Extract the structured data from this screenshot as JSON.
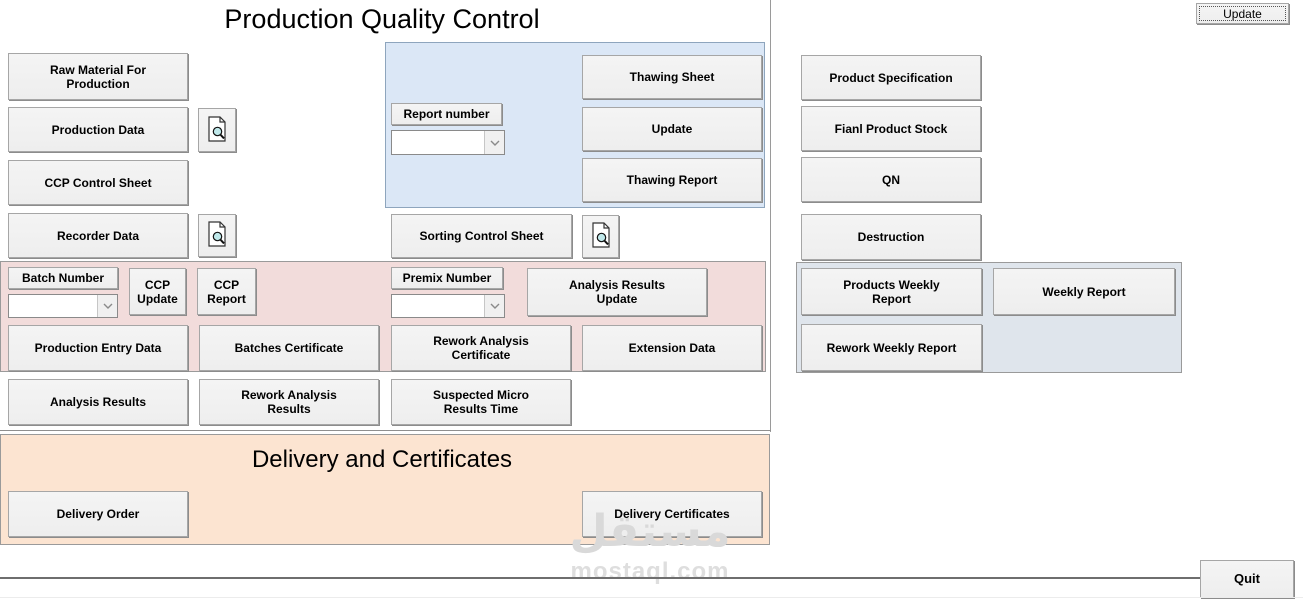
{
  "header": {
    "title": "Production Quality Control",
    "update_button": "Update"
  },
  "left_column": {
    "raw_material": "Raw Material For Production",
    "production_data": "Production Data",
    "ccp_control_sheet": "CCP Control Sheet",
    "recorder_data": "Recorder Data"
  },
  "thawing_panel": {
    "report_number_label": "Report number",
    "report_number_value": "",
    "thawing_sheet": "Thawing Sheet",
    "update": "Update",
    "thawing_report": "Thawing Report"
  },
  "sorting": {
    "sorting_control_sheet": "Sorting Control Sheet"
  },
  "batch_panel": {
    "batch_number_label": "Batch Number",
    "batch_number_value": "",
    "ccp_update": "CCP Update",
    "ccp_report": "CCP Report",
    "premix_number_label": "Premix Number",
    "premix_number_value": "",
    "analysis_results_update": "Analysis Results Update",
    "production_entry_data": "Production Entry Data",
    "batches_certificate": "Batches Certificate",
    "rework_analysis_certificate": "Rework Analysis Certificate",
    "extension_data": "Extension Data"
  },
  "results_row": {
    "analysis_results": "Analysis Results",
    "rework_analysis_results": "Rework Analysis Results",
    "suspected_micro_results_time": "Suspected Micro Results Time"
  },
  "right_column": {
    "product_specification": "Product Specification",
    "fianl_product_stock": "Fianl Product Stock",
    "qn": "QN",
    "destruction": "Destruction"
  },
  "weekly_panel": {
    "products_weekly_report": "Products Weekly Report",
    "weekly_report": "Weekly Report",
    "rework_weekly_report": "Rework Weekly Report"
  },
  "delivery_panel": {
    "title": "Delivery and Certificates",
    "delivery_order": "Delivery Order",
    "delivery_certificates": "Delivery Certificates"
  },
  "footer": {
    "quit_button": "Quit"
  },
  "watermark": {
    "logo": "مستقل",
    "url": "mostaql.com"
  },
  "icons": {
    "preview": "print-preview-icon",
    "dropdown": "chevron-down-icon"
  },
  "colors": {
    "blue_panel": "#dbe7f6",
    "pink_panel": "#f2dcdb",
    "weekly_panel": "#dfe5ec",
    "orange_panel": "#fce4d1",
    "button_face": "#f0f0f0",
    "border_gray": "#9a9a9a"
  }
}
